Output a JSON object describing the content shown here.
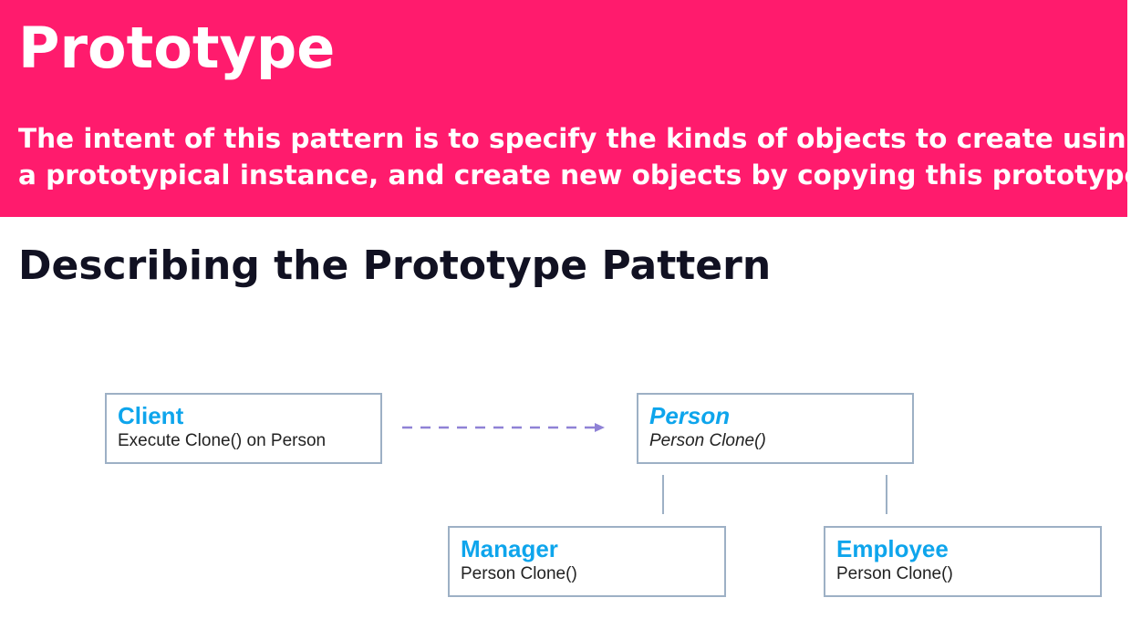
{
  "header": {
    "title": "Prototype",
    "description_line1": "The intent of this pattern is to specify the kinds of objects to create using",
    "description_line2": "a prototypical instance, and create new objects by copying this prototype"
  },
  "section": {
    "heading": "Describing the Prototype Pattern"
  },
  "diagram": {
    "client": {
      "name": "Client",
      "operation": "Execute Clone() on Person"
    },
    "person": {
      "name": "Person",
      "operation": "Person Clone()"
    },
    "manager": {
      "name": "Manager",
      "operation": "Person Clone()"
    },
    "employee": {
      "name": "Employee",
      "operation": "Person Clone()"
    }
  },
  "colors": {
    "banner": "#ff1b6d",
    "class_name": "#0ea5ec",
    "box_border": "#9db0c5",
    "dependency_arrow": "#8f82d6",
    "heading_text": "#111122"
  }
}
